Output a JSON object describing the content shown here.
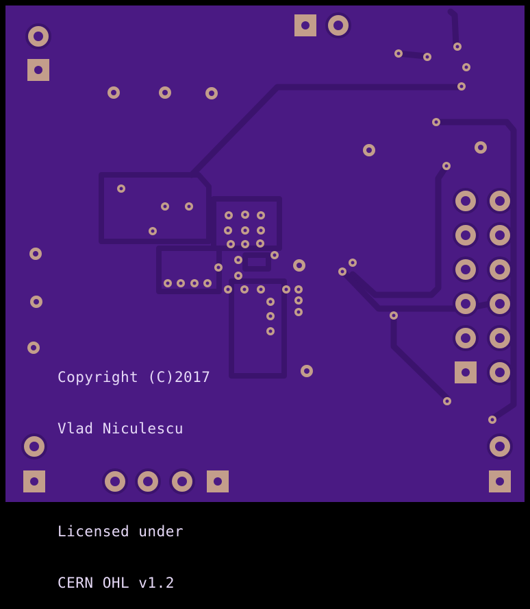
{
  "silkscreen": {
    "line1": "Copyright (C)2017",
    "line2": "Vlad Niculescu",
    "line3": "",
    "line4": "Licensed under",
    "line5": "CERN OHL v1.2"
  },
  "colors": {
    "board_edge": "#000000",
    "board": "#4a1a83",
    "trace": "#3b136d",
    "pad_copper": "#c39e8b",
    "drill": "#4a1a83",
    "silkscreen": "#e6d9f7"
  }
}
